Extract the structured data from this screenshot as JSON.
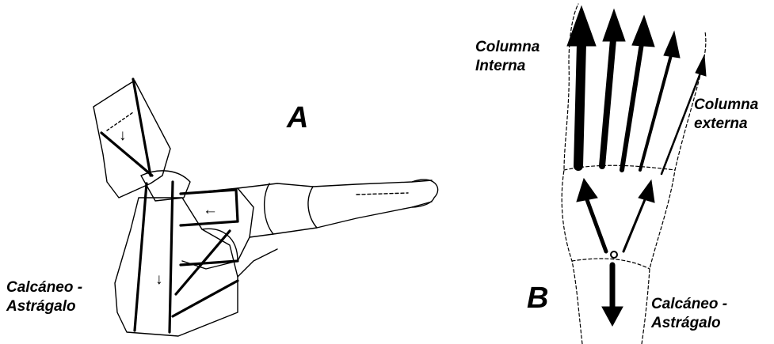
{
  "panel_a": {
    "letter": "A",
    "label_line1": "Calcáneo -",
    "label_line2": "Astrágalo",
    "arrow_glyph_up": "↓",
    "arrow_glyph_mid": "←",
    "arrow_glyph_low": "↓"
  },
  "panel_b": {
    "letter": "B",
    "medial_line1": "Columna",
    "medial_line2": "Interna",
    "lateral_line1": "Columna",
    "lateral_line2": "externa",
    "bottom_line1": "Calcáneo -",
    "bottom_line2": "Astrágalo"
  },
  "colors": {
    "ink": "#000000",
    "paper": "#ffffff"
  }
}
